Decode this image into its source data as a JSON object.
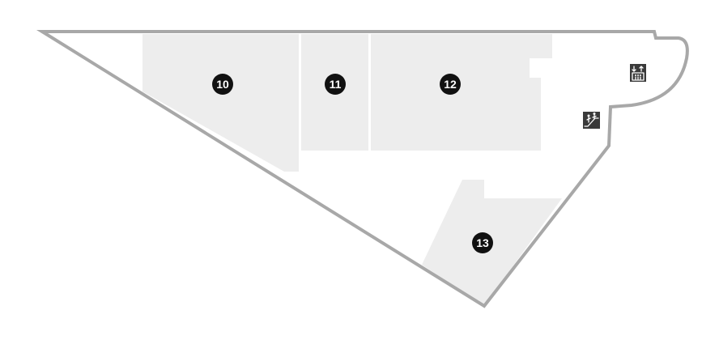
{
  "floor_plan": {
    "rooms": [
      {
        "number": "10"
      },
      {
        "number": "11"
      },
      {
        "number": "12"
      },
      {
        "number": "13"
      }
    ],
    "icons": {
      "elevator": "elevator-icon",
      "escalator": "escalator-icon"
    },
    "colors": {
      "room_fill": "#ededed",
      "outline": "#a8a8a8",
      "badge": "#111111",
      "icon_bg": "#3a3a3a"
    }
  }
}
